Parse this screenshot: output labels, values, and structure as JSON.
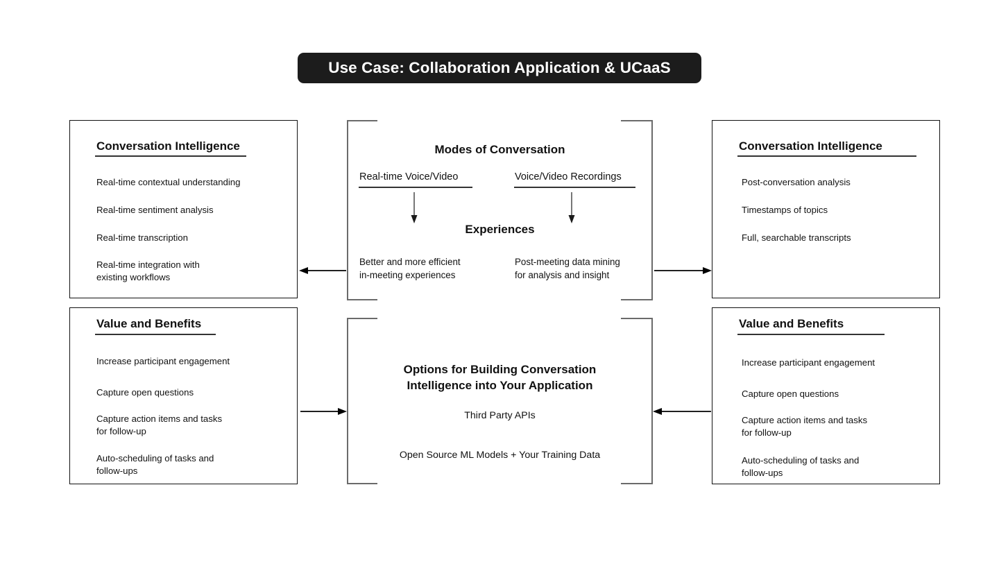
{
  "title": {
    "text": "Use Case: Collaboration Application & UCaaS",
    "background": "#1c1c1c",
    "color": "#ffffff"
  },
  "panels": {
    "top_left": {
      "heading": "Conversation Intelligence",
      "items": [
        "Real-time contextual understanding",
        "Real-time sentiment analysis",
        "Real-time transcription",
        "Real-time integration with\nexisting workflows"
      ]
    },
    "bottom_left": {
      "heading": "Value and Benefits",
      "items": [
        "Increase participant engagement",
        "Capture open questions",
        "Capture action items and tasks\nfor follow-up",
        "Auto-scheduling of tasks and\nfollow-ups"
      ]
    },
    "top_right": {
      "heading": "Conversation Intelligence",
      "items": [
        "Post-conversation analysis",
        "Timestamps of topics",
        "Full, searchable transcripts"
      ]
    },
    "bottom_right": {
      "heading": "Value and Benefits",
      "items": [
        "Increase participant engagement",
        "Capture open questions",
        "Capture action items and tasks\nfor follow-up",
        "Auto-scheduling of tasks and\nfollow-ups"
      ]
    }
  },
  "center_top": {
    "title": "Modes of Conversation",
    "experiences_label": "Experiences",
    "columns": [
      {
        "mode": "Real-time Voice/Video",
        "experience": "Better and more efficient\nin-meeting experiences"
      },
      {
        "mode": "Voice/Video Recordings",
        "experience": "Post-meeting data mining\nfor analysis and insight"
      }
    ]
  },
  "center_bottom": {
    "title": "Options for Building Conversation\nIntelligence into Your Application",
    "options": [
      "Third Party APIs",
      "Open Source ML Models + Your Training Data"
    ]
  },
  "connectors": [
    {
      "name": "center-top-to-left",
      "direction": "left"
    },
    {
      "name": "center-top-to-right",
      "direction": "right"
    },
    {
      "name": "bottom-left-to-center",
      "direction": "right"
    },
    {
      "name": "bottom-right-to-center",
      "direction": "left"
    }
  ]
}
